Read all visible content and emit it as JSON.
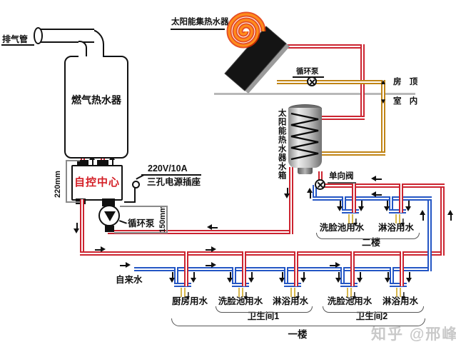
{
  "labels": {
    "exhaust_pipe": "排气管",
    "gas_heater": "燃气热水器",
    "control_center": "自控中心",
    "dim_220mm": "220mm",
    "dim_150mm": "150mm",
    "power_rating": "220V/10A",
    "power_socket": "三孔电源插座",
    "circulation_pump_indoor": "循环泵",
    "circulation_pump_roof": "循环泵",
    "solar_collector": "太阳能集热水器",
    "roof": "房 顶",
    "indoor": "室 内",
    "roof_marker": "▲",
    "indoor_marker": "▼",
    "solar_tank": "太阳能热水器水箱",
    "check_valve": "单向阀",
    "tap_water": "自来水",
    "second_floor": "二楼",
    "first_floor": "一楼",
    "bathroom1": "卫生间1",
    "bathroom2": "卫生间2",
    "watermark": "知乎 @邢峰"
  },
  "floor2": {
    "fixtures": [
      "洗脸池用水",
      "淋浴用水"
    ]
  },
  "floor1": {
    "fixtures": [
      "厨房用水",
      "洗脸池用水",
      "淋浴用水",
      "洗脸池用水",
      "淋浴用水"
    ]
  },
  "colors": {
    "hot_pipe": "#cc2430",
    "cold_pipe": "#2456c4",
    "solar_return_pipe": "#c08415",
    "faucet": "#d8b84e",
    "control_text": "#d41f26",
    "watermark": "#c9c9c9"
  }
}
